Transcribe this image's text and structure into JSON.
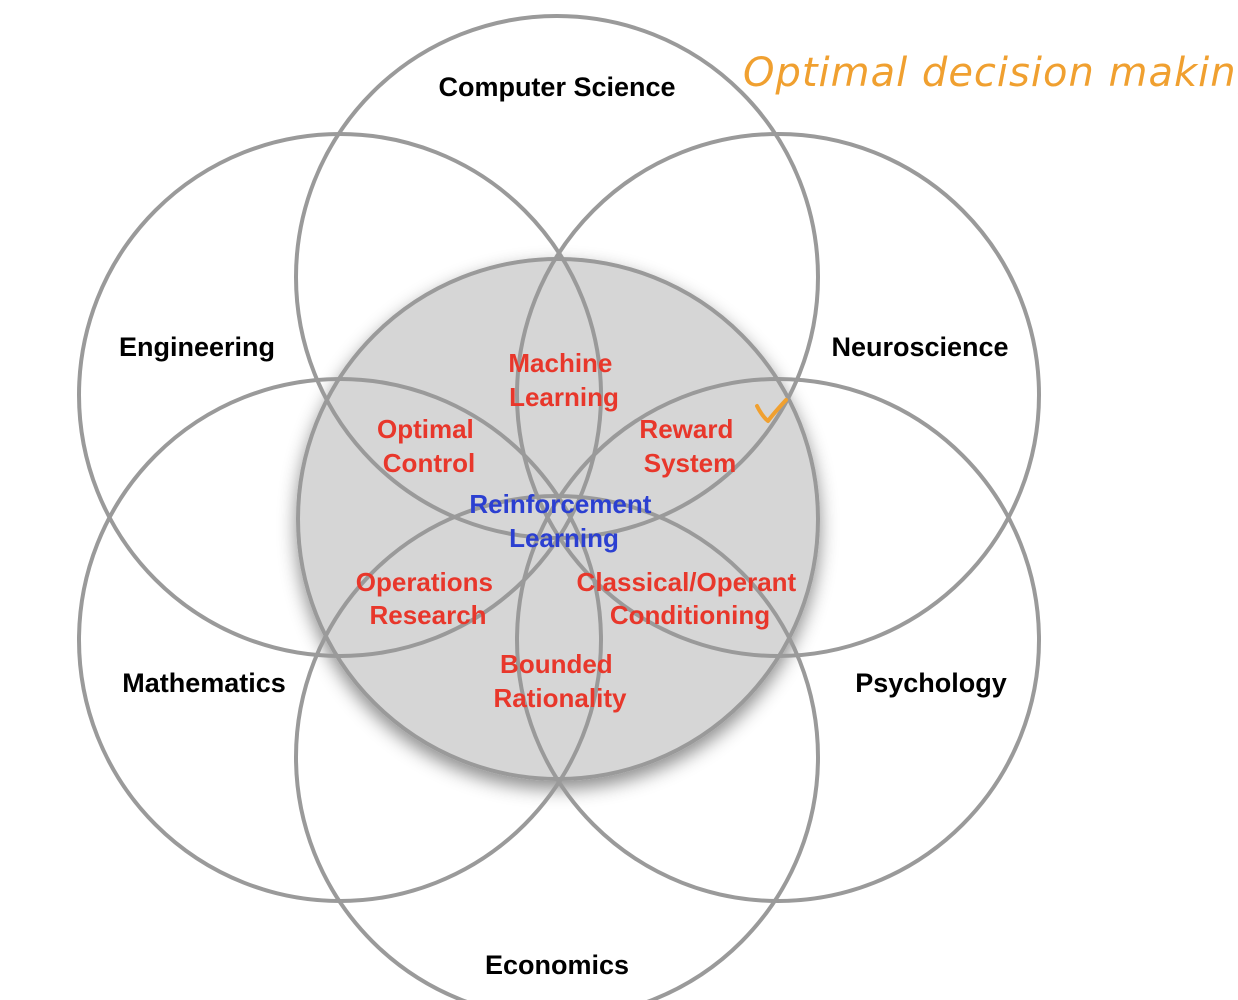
{
  "fields": [
    {
      "id": "computer-science",
      "label": "Computer Science"
    },
    {
      "id": "engineering",
      "label": "Engineering"
    },
    {
      "id": "neuroscience",
      "label": "Neuroscience"
    },
    {
      "id": "mathematics",
      "label": "Mathematics"
    },
    {
      "id": "psychology",
      "label": "Psychology"
    },
    {
      "id": "economics",
      "label": "Economics"
    }
  ],
  "overlaps": [
    {
      "id": "machine-learning",
      "lines": [
        "Machine",
        "Learning"
      ]
    },
    {
      "id": "optimal-control",
      "lines": [
        "Optimal",
        "Control"
      ]
    },
    {
      "id": "reward-system",
      "lines": [
        "Reward",
        "System"
      ]
    },
    {
      "id": "operations-research",
      "lines": [
        "Operations",
        "Research"
      ]
    },
    {
      "id": "classical-operant-conditioning",
      "lines": [
        "Classical/Operant",
        "Conditioning"
      ]
    },
    {
      "id": "bounded-rationality",
      "lines": [
        "Bounded",
        "Rationality"
      ]
    }
  ],
  "center": {
    "lines": [
      "Reinforcement",
      "Learning"
    ]
  },
  "annotation": {
    "text": "Optimal decision making"
  },
  "colors": {
    "circle_stroke": "#9a9a9a",
    "center_fill": "#d6d6d6",
    "overlap_text": "#e8372b",
    "center_text": "#2b3fd1",
    "annotation": "#f0a030"
  }
}
